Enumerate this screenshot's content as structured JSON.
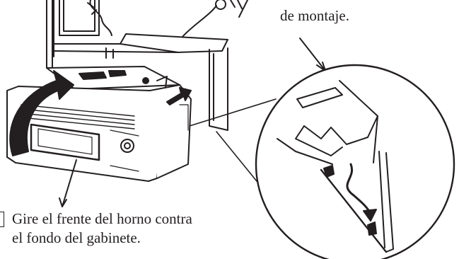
{
  "captions": {
    "mounting_label": "de montaje.",
    "rotate_instruction_line1": "Gire el frente del horno contra",
    "rotate_instruction_line2": "el fondo del gabinete."
  },
  "colors": {
    "ink": "#231f20",
    "background": "#ffffff"
  }
}
